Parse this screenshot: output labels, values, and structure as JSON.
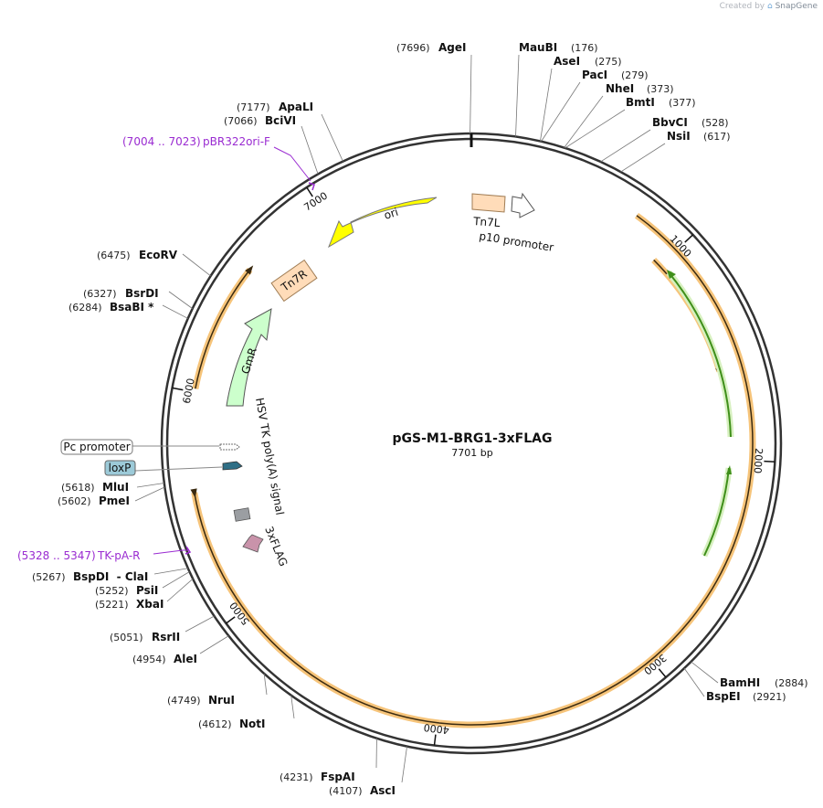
{
  "credit": {
    "created_by": "Created by",
    "brand": "SnapGene"
  },
  "map": {
    "name": "pGS-M1-BRG1-3xFLAG",
    "length_label": "7701 bp",
    "length": 7701
  },
  "ticks": [
    {
      "pos": 1000,
      "label": "1000"
    },
    {
      "pos": 2000,
      "label": "2000"
    },
    {
      "pos": 3000,
      "label": "3000"
    },
    {
      "pos": 4000,
      "label": "4000"
    },
    {
      "pos": 5000,
      "label": "5000"
    },
    {
      "pos": 6000,
      "label": "6000"
    },
    {
      "pos": 7000,
      "label": "7000"
    }
  ],
  "enzymes": [
    {
      "pos": "(7696)",
      "name": "AgeI",
      "side": "left",
      "site": 7696
    },
    {
      "pos": "(176)",
      "name": "MauBI",
      "side": "right",
      "site": 176
    },
    {
      "pos": "(275)",
      "name": "AseI",
      "side": "right",
      "site": 275
    },
    {
      "pos": "(279)",
      "name": "PacI",
      "side": "right",
      "site": 279
    },
    {
      "pos": "(373)",
      "name": "NheI",
      "side": "right",
      "site": 373
    },
    {
      "pos": "(377)",
      "name": "BmtI",
      "side": "right",
      "site": 377
    },
    {
      "pos": "(528)",
      "name": "BbvCI",
      "side": "right",
      "site": 528
    },
    {
      "pos": "(617)",
      "name": "NsiI",
      "side": "right",
      "site": 617
    },
    {
      "pos": "(2884)",
      "name": "BamHI",
      "side": "right",
      "site": 2884
    },
    {
      "pos": "(2921)",
      "name": "BspEI",
      "side": "right",
      "site": 2921
    },
    {
      "pos": "(4107)",
      "name": "AscI",
      "side": "left",
      "site": 4107
    },
    {
      "pos": "(4231)",
      "name": "FspAI",
      "side": "left",
      "site": 4231
    },
    {
      "pos": "(4612)",
      "name": "NotI",
      "side": "left",
      "site": 4612
    },
    {
      "pos": "(4749)",
      "name": "NruI",
      "side": "left",
      "site": 4749
    },
    {
      "pos": "(4954)",
      "name": "AleI",
      "side": "left",
      "site": 4954
    },
    {
      "pos": "(5051)",
      "name": "RsrII",
      "side": "left",
      "site": 5051
    },
    {
      "pos": "(5221)",
      "name": "XbaI",
      "side": "left",
      "site": 5221
    },
    {
      "pos": "(5252)",
      "name": "PsiI",
      "side": "left",
      "site": 5252
    },
    {
      "pos": "(5267)",
      "name": "BspDI  - ClaI",
      "side": "left",
      "site": 5267
    },
    {
      "pos": "(5602)",
      "name": "PmeI",
      "side": "left",
      "site": 5602
    },
    {
      "pos": "(5618)",
      "name": "MluI",
      "side": "left",
      "site": 5618
    },
    {
      "pos": "(6284)",
      "name": "BsaBI *",
      "side": "left",
      "site": 6284
    },
    {
      "pos": "(6327)",
      "name": "BsrDI",
      "side": "left",
      "site": 6327
    },
    {
      "pos": "(6475)",
      "name": "EcoRV",
      "side": "left",
      "site": 6475
    },
    {
      "pos": "(7066)",
      "name": "BciVI",
      "side": "left",
      "site": 7066
    },
    {
      "pos": "(7177)",
      "name": "ApaLI",
      "side": "left",
      "site": 7177
    }
  ],
  "primers": [
    {
      "range": "(7004 .. 7023)",
      "name": "pBR322ori-F",
      "side": "left"
    },
    {
      "range": "(5328 .. 5347)",
      "name": "TK-pA-R",
      "side": "left"
    }
  ],
  "features": {
    "ori": "ori",
    "tn7r": "Tn7R",
    "gmr": "GmR",
    "tn7l": "Tn7L",
    "p10": "p10 promoter",
    "hsv": "HSV TK poly(A) signal",
    "flag": "3xFLAG",
    "pc_promoter": "Pc promoter",
    "loxp": "loxP"
  },
  "colors": {
    "ori": "#ffff00",
    "tn7": "#ffdcb9",
    "gmr": "#ccffcc",
    "orf_halo": "#f6c47a",
    "green_track": "#6abe30",
    "primer": "#9a2bd1",
    "loxp": "#9ccad8",
    "hsv": "#9b9ea2",
    "flag": "#c993aa",
    "backbone": "#333333"
  }
}
